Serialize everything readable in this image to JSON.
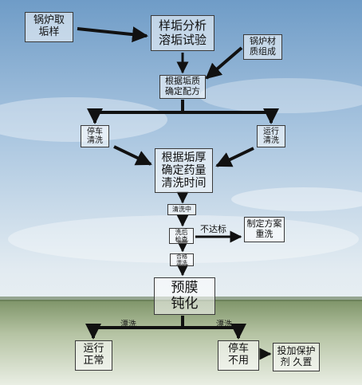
{
  "nodes": {
    "sample": "锅炉取\n垢样",
    "analysis": "样垢分析\n溶垢试验",
    "material": "锅炉材\n质组成",
    "formula": "根据垢质\n确定配方",
    "stop_clean": "停车\n清洗",
    "run_clean": "运行\n清洗",
    "dosage": "根据垢厚\n确定药量\n清洗时间",
    "cleaning": "清洗中",
    "check": "洗后\n检查",
    "plan": "制定方案\n重洗",
    "rinse_ok": "合格\n漂洗",
    "passivate": "预膜\n钝化",
    "normal": "运行\n正常",
    "stop_unused": "停车\n不用",
    "protect": "投加保护\n剂  久置"
  },
  "edge_labels": {
    "fail": "不达标",
    "rinse_left": "漂洗",
    "rinse_right": "漂洗"
  }
}
